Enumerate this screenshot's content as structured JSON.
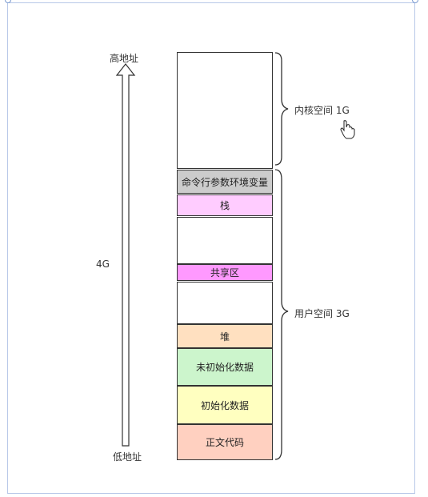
{
  "labels": {
    "high_address": "高地址",
    "low_address": "低地址",
    "size_total": "4G",
    "kernel_space": "内核空间 1G",
    "user_space": "用户空间 3G"
  },
  "segments": {
    "cmdline_env": "命令行参数环境变量",
    "stack": "栈",
    "shared": "共享区",
    "heap": "堆",
    "bss": "未初始化数据",
    "data": "初始化数据",
    "text": "正文代码"
  },
  "colors": {
    "cmdline_env": "#cccccc",
    "stack": "#ffccff",
    "shared": "#ff99ff",
    "heap": "#ffe0c0",
    "bss": "#ccf5cc",
    "data": "#ffffc0",
    "text": "#ffd0c0",
    "arrow": "#5d6bd6"
  },
  "icons": {
    "address_arrow": "up-arrow-icon",
    "stack_growth": "down-arrow-icon",
    "heap_growth": "up-arrow-icon",
    "cursor": "hand-cursor-icon"
  }
}
